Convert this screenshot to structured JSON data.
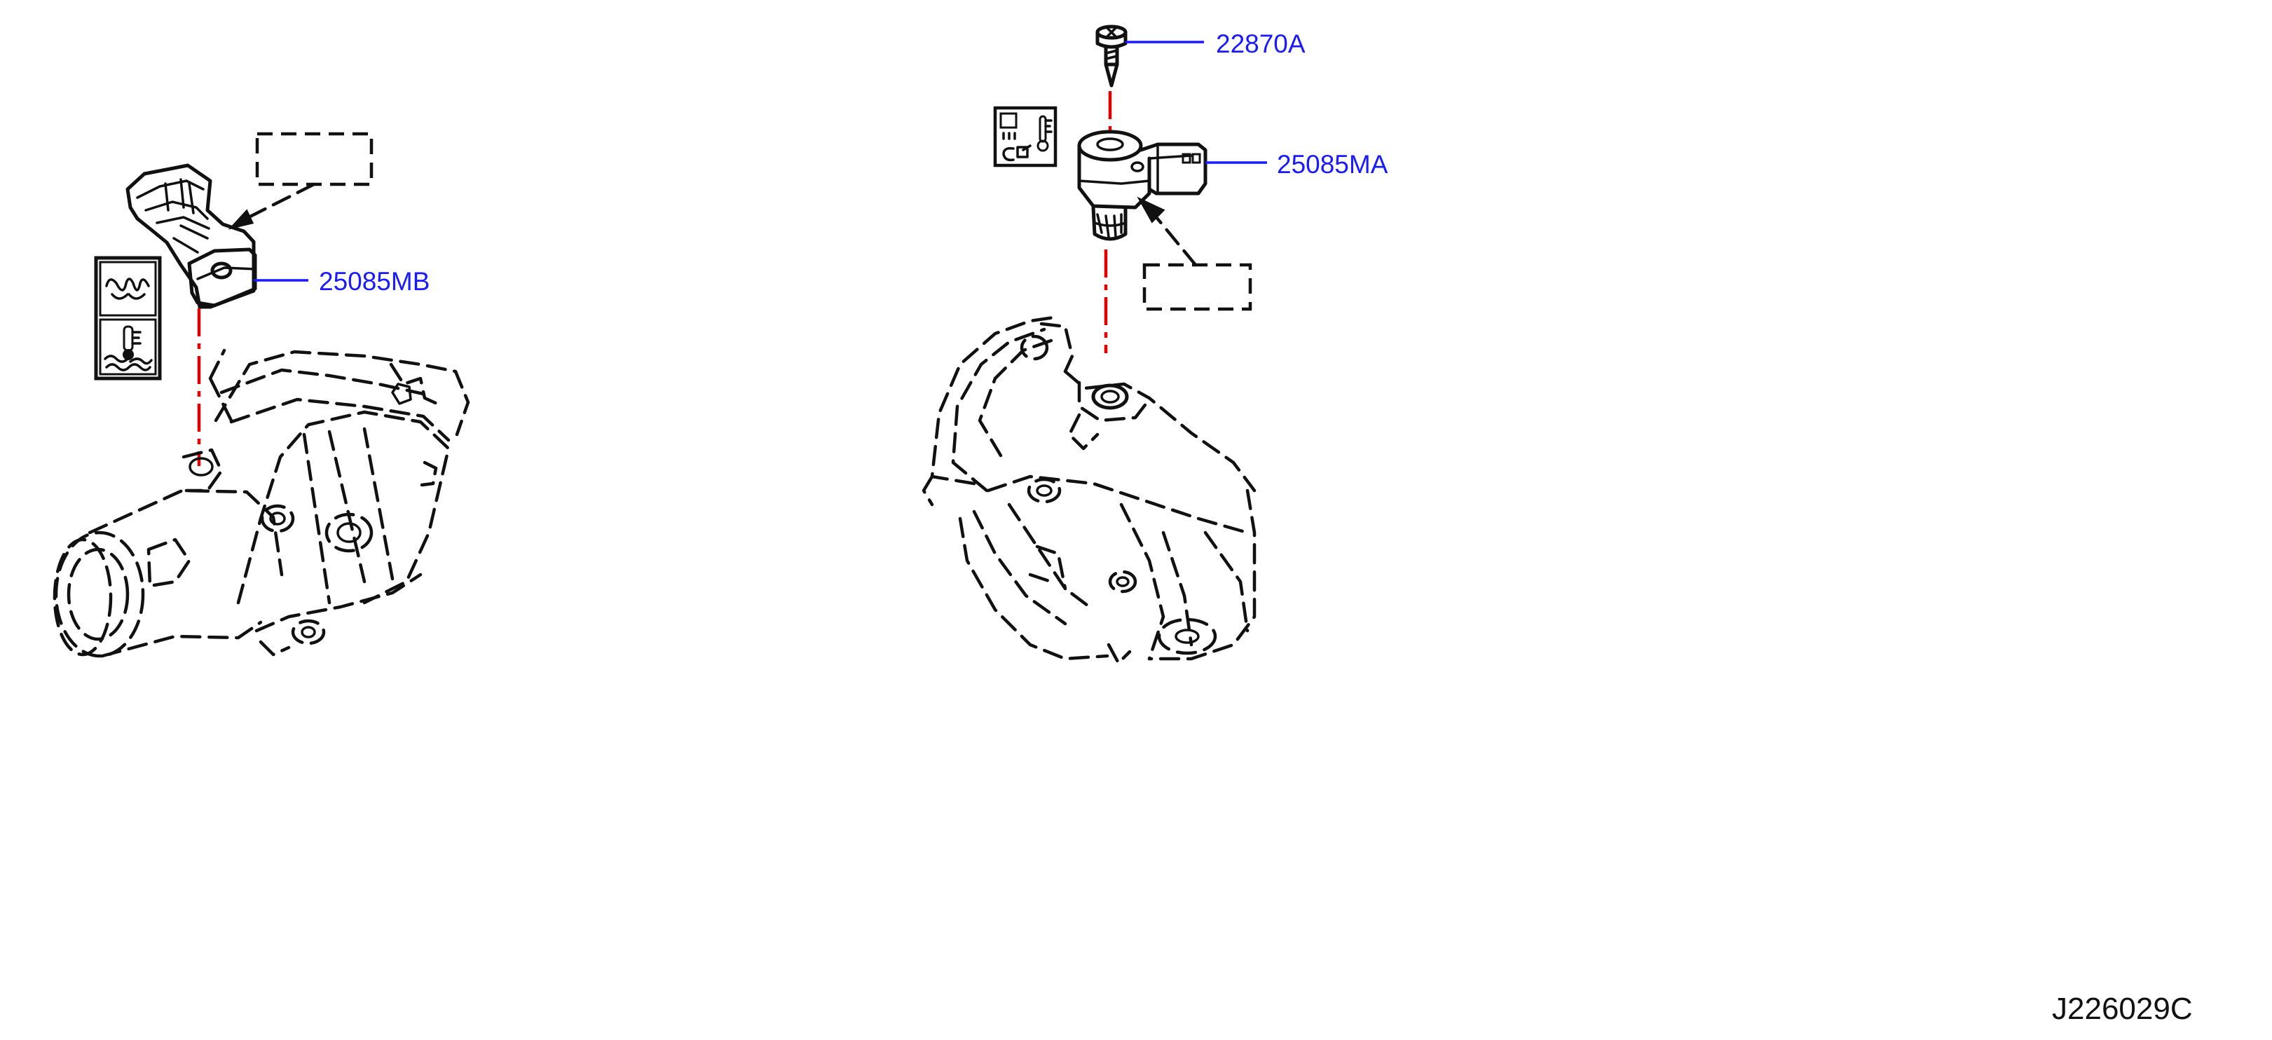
{
  "parts": {
    "mb": {
      "number": "25085MB"
    },
    "ma": {
      "number": "25085MA"
    },
    "screw": {
      "number": "22870A"
    }
  },
  "diagram_id": "J226029C",
  "colors": {
    "callout": "#1a1aff",
    "installation_axis": "#e00000",
    "line_art": "#111111",
    "background": "#ffffff"
  },
  "icons": {
    "left_symbols": [
      "coil-icon",
      "engine-coolant-temp-icon"
    ],
    "right_symbol": "sensor-temp-icon"
  }
}
